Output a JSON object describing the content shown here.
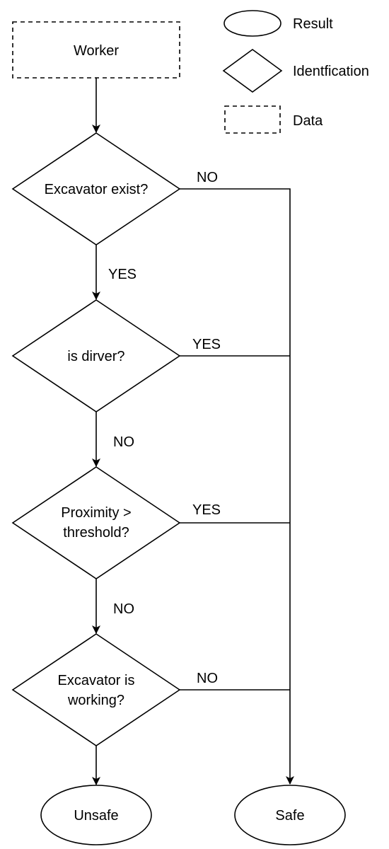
{
  "legend": {
    "result": "Result",
    "identification": "Identfication",
    "data": "Data"
  },
  "nodes": {
    "worker": "Worker",
    "excavator_exist": "Excavator exist?",
    "is_driver": "is dirver?",
    "proximity_line1": "Proximity >",
    "proximity_line2": "threshold?",
    "working_line1": "Excavator is",
    "working_line2": "working?",
    "unsafe": "Unsafe",
    "safe": "Safe"
  },
  "edges": {
    "excavator_exist_yes": "YES",
    "excavator_exist_no": "NO",
    "is_driver_yes": "YES",
    "is_driver_no": "NO",
    "proximity_yes": "YES",
    "proximity_no": "NO",
    "working_no": "NO"
  }
}
